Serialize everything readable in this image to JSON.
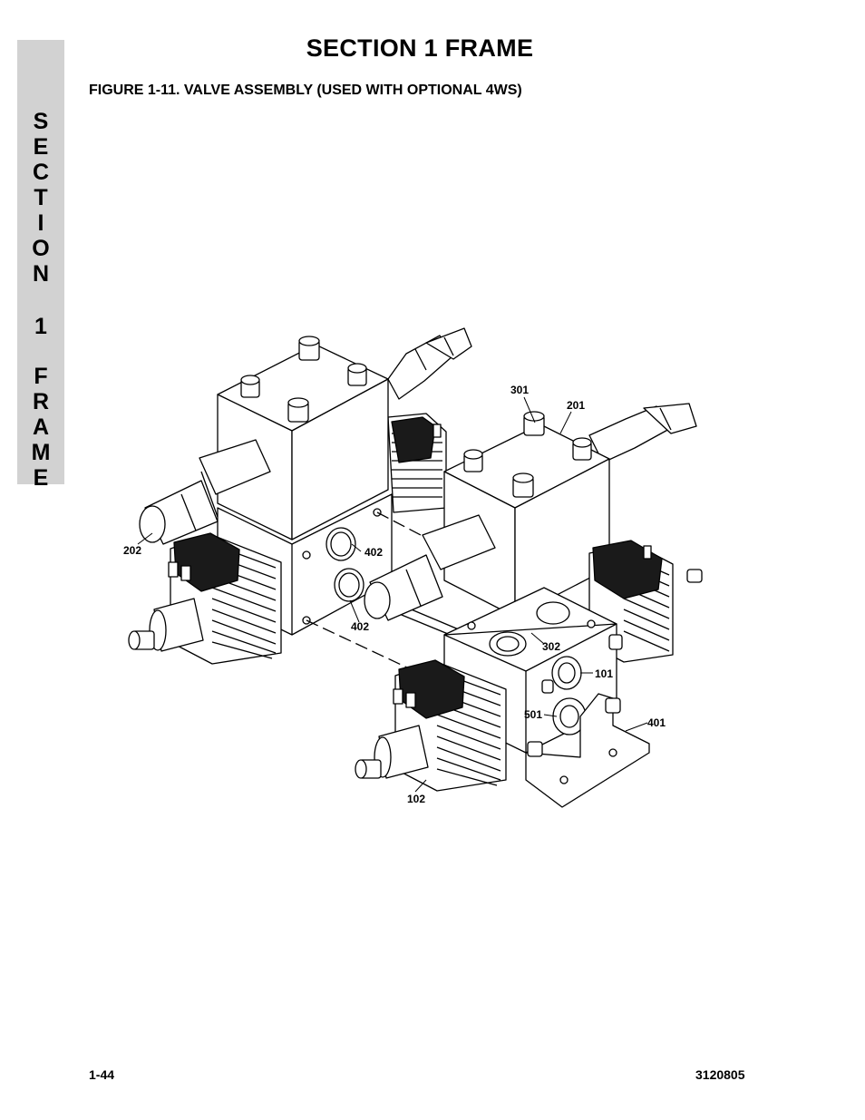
{
  "side_tab": {
    "letters": [
      "S",
      "E",
      "C",
      "T",
      "I",
      "O",
      "N",
      "1",
      "F",
      "R",
      "A",
      "M",
      "E"
    ]
  },
  "header": {
    "section_title": "SECTION 1  FRAME",
    "figure_title": "FIGURE 1-11.  VALVE ASSEMBLY (USED WITH OPTIONAL 4WS)"
  },
  "diagram": {
    "callouts": {
      "c301": "301",
      "c201": "201",
      "c202": "202",
      "c402a": "402",
      "c402b": "402",
      "c302": "302",
      "c101": "101",
      "c501": "501",
      "c401": "401",
      "c102": "102"
    }
  },
  "footer": {
    "page_number": "1-44",
    "doc_number": "3120805"
  }
}
